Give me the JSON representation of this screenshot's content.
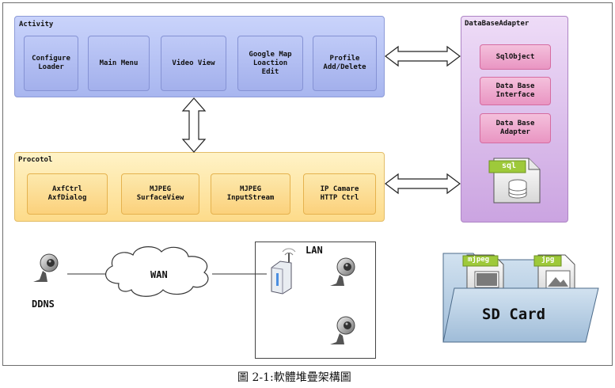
{
  "activity": {
    "title": "Activity",
    "boxes": [
      "Configure\nLoader",
      "Main Menu",
      "Video View",
      "Google Map\nLoaction\nEdit",
      "Profile\nAdd/Delete"
    ]
  },
  "protocol": {
    "title": "Procotol",
    "boxes": [
      "AxfCtrl\nAxfDialog",
      "MJPEG\nSurfaceView",
      "MJPEG\nInputStream",
      "IP Camare\nHTTP Ctrl"
    ]
  },
  "dbadapter": {
    "title": "DataBaseAdapter",
    "boxes": [
      "SqlObject",
      "Data Base\nInterface",
      "Data Base\nAdapter"
    ],
    "file_tag": "sql"
  },
  "network": {
    "ddns": "DDNS",
    "wan": "WAN",
    "lan": "LAN"
  },
  "storage": {
    "label": "SD Card",
    "file1": "mjpeg",
    "file2": "jpg"
  },
  "caption": "圖 2-1:軟體堆疊架構圖",
  "colors": {
    "activity": "#b4c0f3",
    "protocol": "#fde3a0",
    "dbadapter": "#dcc0ec",
    "db_item": "#f0aed2",
    "folder": "#b9cfe3"
  }
}
